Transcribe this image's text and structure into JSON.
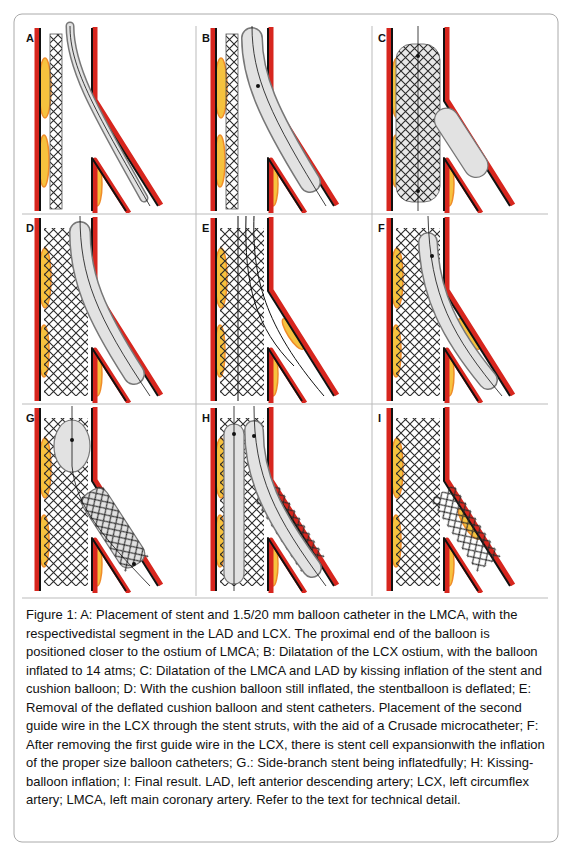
{
  "diagram": {
    "caption": "Figure 1: A: Placement of stent and 1.5/20 mm balloon catheter in the LMCA, with the respectivedistal segment in the LAD and LCX. The proximal end of the balloon is positioned closer to the ostium of LMCA; B: Dilatation of the LCX ostium, with the balloon inflated to 14 atms; C: Dilatation of the LMCA and LAD by kissing inflation of the stent and cushion balloon; D: With the cushion balloon still inflated, the stentballoon is deflated; E: Removal of the deflated cushion balloon and stent catheters. Placement of the second guide wire in the LCX through the stent struts, with the aid of a Crusade microcatheter; F: After removing the first guide wire in the LCX, there is stent cell expansionwith the inflation of the proper size balloon catheters; G.: Side-branch stent being inflatedfully; H: Kissing-balloon inflation; I: Final result. LAD, left anterior descending artery; LCX, left circumflex artery; LMCA, left main coronary artery. Refer to the text for technical detail.",
    "nodes": [
      {
        "text": [
          "A"
        ]
      },
      {
        "text": [
          "B"
        ]
      },
      {
        "text": [
          "C"
        ]
      },
      {
        "text": [
          "D"
        ]
      },
      {
        "text": [
          "E"
        ]
      },
      {
        "text": [
          "F"
        ]
      },
      {
        "text": [
          "G"
        ]
      },
      {
        "text": [
          "H"
        ]
      },
      {
        "text": [
          "I"
        ]
      }
    ]
  }
}
